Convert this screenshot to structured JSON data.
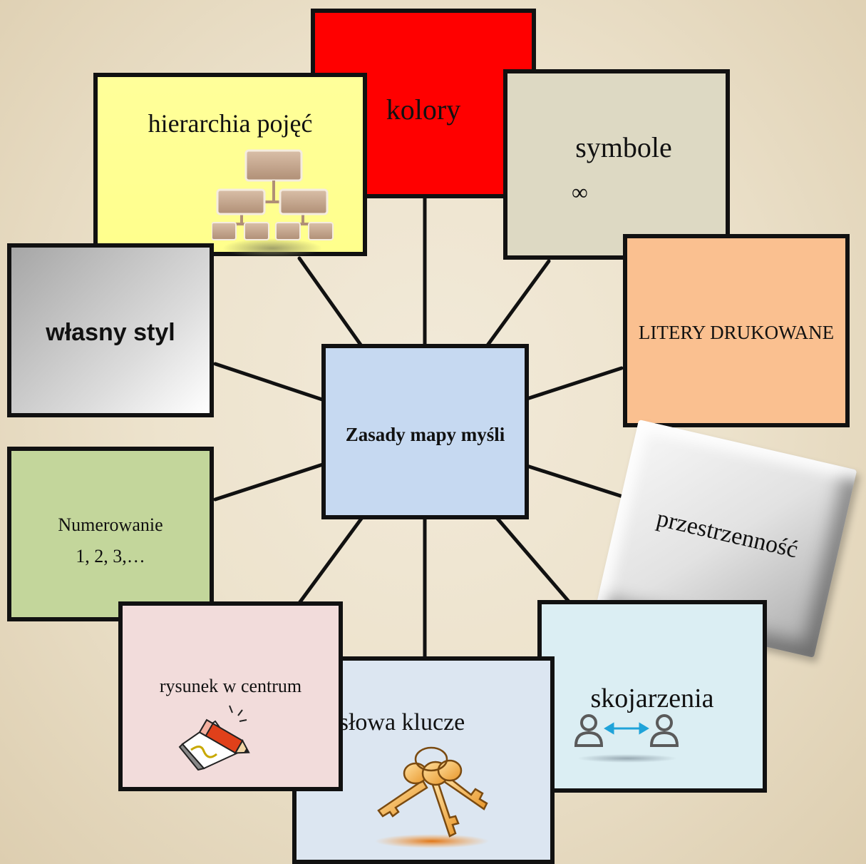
{
  "diagram": {
    "center": "Zasady mapy myśli",
    "nodes": {
      "kolory": "kolory",
      "hierarchia": "hierarchia pojęć",
      "symbole": "symbole",
      "symbole_glyph": "∞",
      "litery": "LITERY DRUKOWANE",
      "wlasny": "własny styl",
      "numerowanie_line1": "Numerowanie",
      "numerowanie_line2": "1, 2, 3,…",
      "przestrzennosc": "przestrzenność",
      "rysunek": "rysunek w centrum",
      "skojarzenia": "skojarzenia",
      "slowa": "słowa klucze"
    },
    "colors": {
      "kolory": "#ff0000",
      "hierarchia": "#ffff99",
      "symbole": "#ddd9c3",
      "litery": "#fac090",
      "center": "#c6d9f1",
      "numerowanie": "#c3d69b",
      "rysunek": "#f2dcdb",
      "skojarzenia": "#dbeef3",
      "slowa": "#dce6f1"
    },
    "icons": {
      "hierarchia": "org-chart-icon",
      "rysunek": "pencil-drawing-icon",
      "skojarzenia": "people-link-icon",
      "slowa": "keys-icon"
    }
  }
}
